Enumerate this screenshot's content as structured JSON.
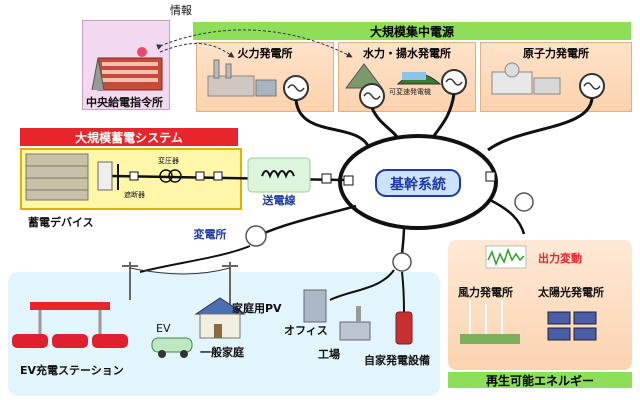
{
  "info_label": "情報",
  "control_center": {
    "label": "中央給電指令所"
  },
  "large_power": {
    "banner": "大規模集中電源",
    "plants": [
      {
        "name": "火力発電所"
      },
      {
        "name": "水力・揚水発電所",
        "sub": "可変速発電機"
      },
      {
        "name": "原子力発電所"
      }
    ]
  },
  "storage": {
    "banner": "大規模蓄電システム",
    "transformer": "変圧器",
    "breaker": "遮断器",
    "device": "蓄電デバイス"
  },
  "transmission": "送電線",
  "core_grid": "基幹系統",
  "substation": "変電所",
  "consumers": {
    "ev_station": "EV充電ステーション",
    "ev": "EV",
    "home_pv": "家庭用PV",
    "household": "一般家庭",
    "office": "オフィス",
    "factory": "工場",
    "private_gen": "自家発電設備"
  },
  "renewables": {
    "banner": "再生可能エネルギー",
    "fluctuation": "出力変動",
    "wind": "風力発電所",
    "solar": "太陽光発電所"
  },
  "colors": {
    "green_banner": "#8ede5a",
    "red_banner": "#e8252a",
    "plant_bg": "#fcd8b8",
    "storage_bg": "#fff6a8",
    "consumer_bg": "#dff2fb",
    "grid_blue": "#1e3aa8"
  }
}
